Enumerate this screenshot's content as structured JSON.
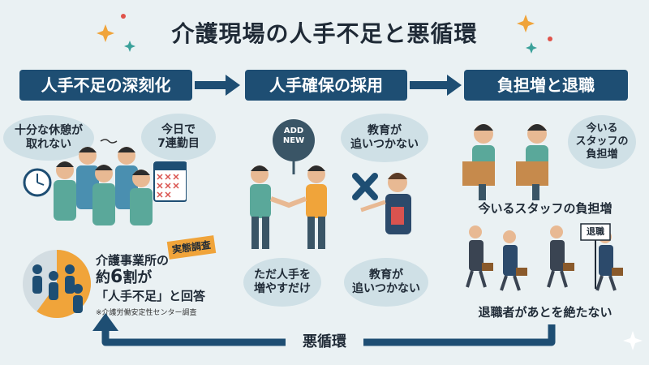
{
  "title": "介護現場の人手不足と悪循環",
  "stages": [
    "人手不足の深刻化",
    "人手確保の採用",
    "負担増と退職"
  ],
  "panel1": {
    "bubble_left": "十分な休憩が\n取れない",
    "bubble_right": "今日で\n7連勤目",
    "stat_line1": "介護事業所の",
    "stat_line2_prefix": "約",
    "stat_line2_big": "6",
    "stat_line2_suffix": "割が",
    "stat_line3": "「人手不足」と回答",
    "stat_note": "※介護労働安定性センター調査",
    "flag": "実態調査",
    "stat_fraction": 0.6
  },
  "panel2": {
    "sign": "ADD\nNEW",
    "bubble_top": "教育が\n追いつかない",
    "bubble_bottom_left": "ただ人手を\n増やすだけ",
    "bubble_bottom_right": "教育が\n追いつかない"
  },
  "panel3": {
    "bubble": "今いる\nスタッフの\n負担増",
    "caption_top": "今いるスタッフの負担増",
    "sign": "退職",
    "caption_bottom": "退職者があとを絶たない"
  },
  "cycle_label": "悪循環",
  "colors": {
    "navy": "#1e4e73",
    "bubble": "#cfe0e6",
    "orange": "#f0a43a",
    "scrub": "#5aa89a",
    "bg": "#eaf1f3"
  }
}
